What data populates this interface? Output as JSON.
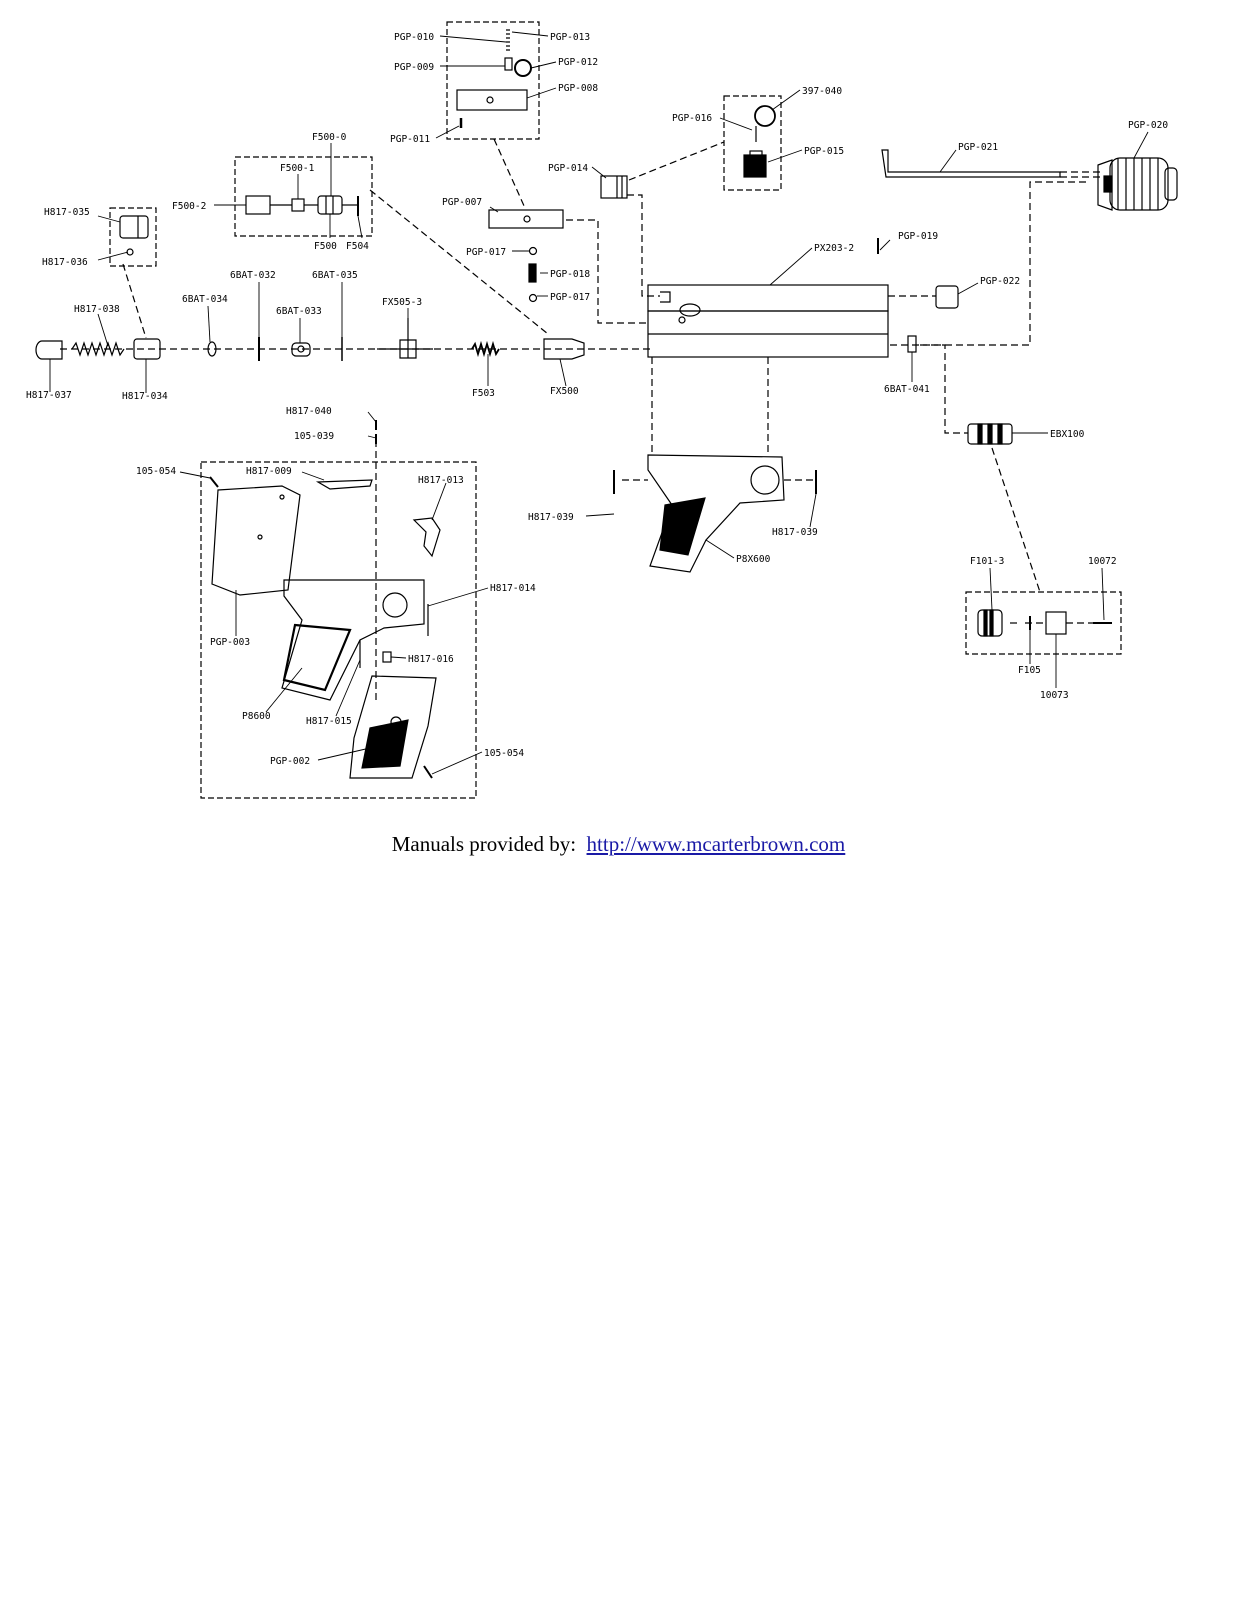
{
  "labels": {
    "pgp010": "PGP-010",
    "pgp013": "PGP-013",
    "pgp009": "PGP-009",
    "pgp012": "PGP-012",
    "pgp008": "PGP-008",
    "pgp011": "PGP-011",
    "p397040": "397-040",
    "pgp016": "PGP-016",
    "pgp015": "PGP-015",
    "pgp014": "PGP-014",
    "pgp020": "PGP-020",
    "pgp021": "PGP-021",
    "f5000": "F500-0",
    "f5001": "F500-1",
    "f5002": "F500-2",
    "f500": "F500",
    "f504": "F504",
    "pgp007": "PGP-007",
    "pgp017a": "PGP-017",
    "pgp018": "PGP-018",
    "pgp017b": "PGP-017",
    "px2032": "PX203-2",
    "pgp019": "PGP-019",
    "pgp022": "PGP-022",
    "h817035": "H817-035",
    "h817036": "H817-036",
    "h817038": "H817-038",
    "h817037": "H817-037",
    "h817034": "H817-034",
    "bat032": "6BAT-032",
    "bat034": "6BAT-034",
    "bat035": "6BAT-035",
    "bat033": "6BAT-033",
    "fx5053": "FX505-3",
    "f503": "F503",
    "fx500": "FX500",
    "bat041": "6BAT-041",
    "ebx100": "EBX100",
    "h817040": "H817-040",
    "p105039": "105-039",
    "p105054a": "105-054",
    "h817009": "H817-009",
    "h817013": "H817-013",
    "h817014": "H817-014",
    "h817016": "H817-016",
    "h817015": "H817-015",
    "pgp003": "PGP-003",
    "p8600": "P8600",
    "pgp002": "PGP-002",
    "p105054b": "105-054",
    "h817039a": "H817-039",
    "h817039b": "H817-039",
    "p8x600": "P8X600",
    "f1013": "F101-3",
    "p10072": "10072",
    "f105": "F105",
    "p10073": "10073"
  },
  "footer": {
    "prefix": "Manuals provided by:",
    "link_text": "http://www.mcarterbrown.com"
  }
}
